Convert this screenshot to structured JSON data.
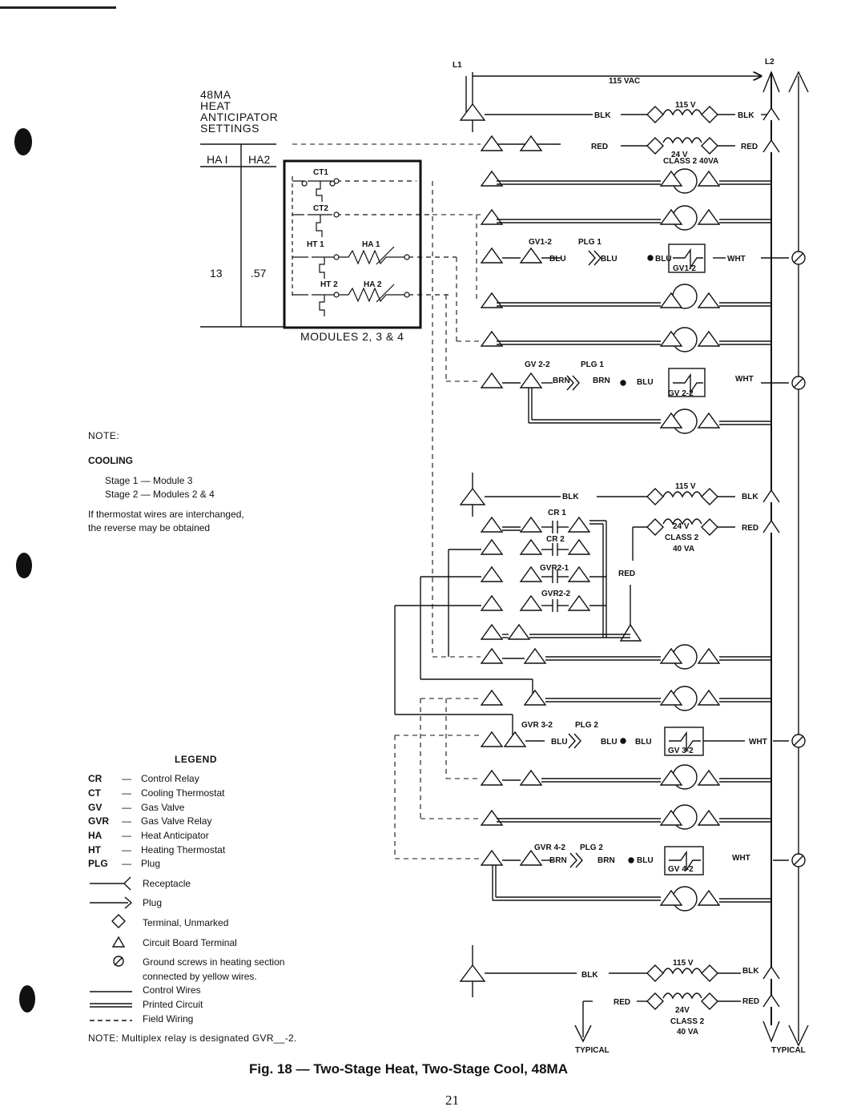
{
  "header": {
    "line1": "48MA",
    "line2": "HEAT",
    "line3": "ANTICIPATOR",
    "line4": "SETTINGS"
  },
  "settings_table": {
    "col1": "HA I",
    "col2": "HA2",
    "val1": "13",
    "val2": ".57"
  },
  "module_box": {
    "label": "MODULES 2, 3 & 4",
    "ct1": "CT1",
    "ct2": "CT2",
    "ht1": "HT 1",
    "ha1": "HA 1",
    "ht2": "HT 2",
    "ha2": "HA 2"
  },
  "rails": {
    "l1": "L1",
    "l2": "L2",
    "vac": "115 VAC"
  },
  "note_cooling": {
    "note": "NOTE:",
    "title": "COOLING",
    "stage1": "Stage 1 — Module 3",
    "stage2": "Stage 2 — Modules 2 & 4",
    "line1": "If thermostat wires are interchanged,",
    "line2": "the reverse may be obtained"
  },
  "legend": {
    "title": "LEGEND",
    "items": [
      {
        "abbr": "CR",
        "desc": "Control Relay"
      },
      {
        "abbr": "CT",
        "desc": "Cooling Thermostat"
      },
      {
        "abbr": "GV",
        "desc": "Gas Valve"
      },
      {
        "abbr": "GVR",
        "desc": "Gas Valve Relay"
      },
      {
        "abbr": "HA",
        "desc": "Heat Anticipator"
      },
      {
        "abbr": "HT",
        "desc": "Heating Thermostat"
      },
      {
        "abbr": "PLG",
        "desc": "Plug"
      }
    ],
    "symbols": {
      "receptacle": "Receptacle",
      "plug": "Plug",
      "terminal_unmarked": "Terminal, Unmarked",
      "circuit_board": "Circuit Board Terminal",
      "ground1": "Ground screws in heating section",
      "ground2": "connected by yellow wires.",
      "control_wires": "Control Wires",
      "printed_circuit": "Printed Circuit",
      "field_wiring": "Field Wiring"
    },
    "note": "NOTE:  Multiplex relay is designated GVR__-2."
  },
  "diagram_labels": {
    "blk": "BLK",
    "red": "RED",
    "wht": "WHT",
    "blu": "BLU",
    "brn": "BRN",
    "v115": "115 V",
    "v24": "24 V",
    "v24b": "24V",
    "class2_40va": "CLASS 2 40VA",
    "class2": "CLASS 2",
    "va40": "40 VA",
    "typical": "TYPICAL",
    "gv1_2": "GV1-2",
    "gv2_2": "GV 2-2",
    "gvr3_2": "GVR 3-2",
    "gvr4_2": "GVR 4-2",
    "plg1": "PLG 1",
    "plg2": "PLG 2",
    "gv1_2_box": "GV1-2",
    "gv2_2_box": "GV 2-2",
    "gv3_2_box": "GV 3-2",
    "gv4_2_box": "GV 4-2",
    "cr1": "CR 1",
    "cr2": "CR 2",
    "gvr2_1": "GVR2-1",
    "gvr2_2": "GVR2-2"
  },
  "caption": "Fig. 18 — Two-Stage Heat, Two-Stage Cool, 48MA",
  "page_number": "21"
}
